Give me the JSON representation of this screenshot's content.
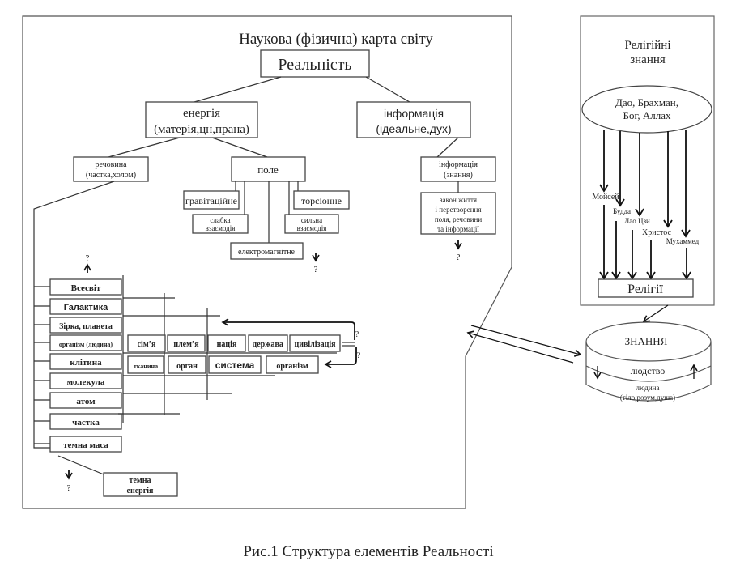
{
  "science_map": {
    "title": "Наукова (фізична) карта світу",
    "reality": "Реальність",
    "energy": {
      "line1": "енергія",
      "line2": "(матерія,цн,прана)"
    },
    "information": {
      "line1": "інформація",
      "line2": "(ідеальне,дух)"
    },
    "matter": {
      "line1": "речовина",
      "line2": "(частка,холом)"
    },
    "field": "поле",
    "field_types": {
      "gravitational": "гравітаційне",
      "torsion": "торсіонне",
      "weak": {
        "line1": "слабка",
        "line2": "взаємодія"
      },
      "strong": {
        "line1": "сильна",
        "line2": "взаємодія"
      },
      "electromagnetic": "електромагнітне"
    },
    "info_knowledge": {
      "line1": "інформація",
      "line2": "(знання)"
    },
    "laws": {
      "line1": "закон життя",
      "line2": "і перетворення",
      "line3": "поля, речовини",
      "line4": "та інформації"
    },
    "unknown_mark": "?",
    "levels": [
      "Всесвіт",
      "Галактика",
      "Зірка, планета",
      "організм (людина)",
      "клітина",
      "молекула",
      "атом",
      "частка",
      "темна маса"
    ],
    "dark_energy": {
      "line1": "темна",
      "line2": "енергія"
    },
    "social_row": [
      "сім’я",
      "плем’я",
      "нація",
      "держава",
      "цивілізація"
    ],
    "bio_row": [
      "тканина",
      "орган",
      "система",
      "організм"
    ]
  },
  "religion": {
    "title_line1": "Релігійні",
    "title_line2": "знання",
    "deity": {
      "line1": "Дао, Брахман,",
      "line2": "Бог, Аллах"
    },
    "prophets": [
      "Мойсей",
      "Будда",
      "Лао Цзи",
      "Христос",
      "Мухаммед"
    ],
    "religions": "Релігії"
  },
  "knowledge": {
    "top": "ЗНАННЯ",
    "middle": "людство",
    "bottom_line1": "людина",
    "bottom_line2": "(тіло,розум,душа)"
  },
  "caption": "Рис.1 Структура елементів Реальності"
}
